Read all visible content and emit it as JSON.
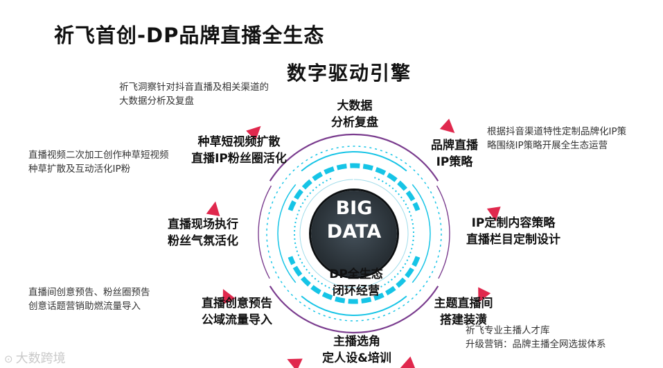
{
  "title": "祈飞首创-DP品牌直播全生态",
  "subtitle": "数字驱动引擎",
  "center": {
    "line1": "BIG",
    "line2": "DATA"
  },
  "core": {
    "line1": "DP全生态",
    "line2": "闭环经营"
  },
  "stages": [
    {
      "line1": "大数据",
      "line2": "分析复盘"
    },
    {
      "line1": "品牌直播",
      "line2": "IP策略"
    },
    {
      "line1": "IP定制内容策略",
      "line2": "直播栏目定制设计"
    },
    {
      "line1": "主题直播间",
      "line2": "搭建装潢"
    },
    {
      "line1": "主播选角",
      "line2": "定人设&培训"
    },
    {
      "line1": "直播创意预告",
      "line2": "公域流量导入"
    },
    {
      "line1": "直播现场执行",
      "line2": "粉丝气氛活化"
    },
    {
      "line1": "种草短视频扩散",
      "line2": "直播IP粉丝圈活化"
    }
  ],
  "notes": {
    "top_left": {
      "line1": "祈飞洞察针对抖音直播及相关渠道的",
      "line2": "大数据分析及复盘"
    },
    "right_top": {
      "line1": "根据抖音渠道特性定制品牌化IP策",
      "line2": "略围绕IP策略开展全生态运营"
    },
    "left_middle": {
      "line1": "直播视频二次加工创作种草短视频",
      "line2": "种草扩散及互动活化IP粉"
    },
    "left_bottom": {
      "line1": "直播间创意预告、粉丝圈预告",
      "line2": "创意话题营销助燃流量导入"
    },
    "right_bottom": {
      "line1": "祈飞专业主播人才库",
      "line2": "升级营销：品牌主播全网选拔体系"
    }
  },
  "watermark": "大数跨境",
  "colors": {
    "arrow": "#e0284d",
    "cyan": "#16c4e6",
    "ring_purple": "#7a3c8e",
    "dark": "#232a30"
  }
}
